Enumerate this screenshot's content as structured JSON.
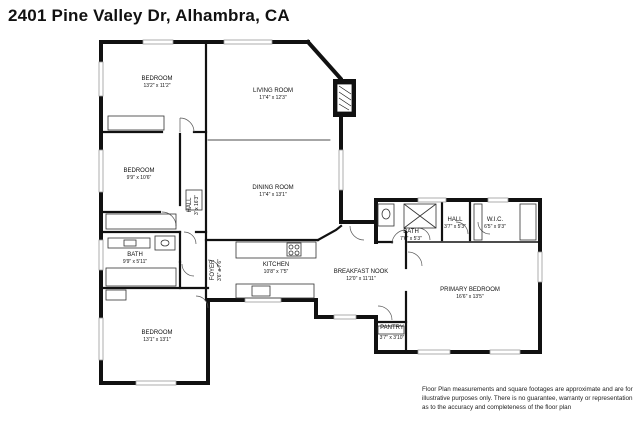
{
  "address": "2401 Pine Valley Dr, Alhambra, CA",
  "rooms": {
    "bedroom1": {
      "name": "BEDROOM",
      "dims": "13'2\" x 11'2\""
    },
    "living": {
      "name": "LIVING ROOM",
      "dims": "17'4\" x 12'3\""
    },
    "bedroom2": {
      "name": "BEDROOM",
      "dims": "9'9\" x 10'6\""
    },
    "dining": {
      "name": "DINING ROOM",
      "dims": "17'4\" x 13'1\""
    },
    "hall1": {
      "name": "HALL",
      "dims": "3' x 16'3\""
    },
    "bath1": {
      "name": "BATH",
      "dims": "9'9\" x 5'11\""
    },
    "foyer": {
      "name": "FOYER",
      "dims": "3'6\" x 7'6\""
    },
    "kitchen": {
      "name": "KITCHEN",
      "dims": "10'8\" x 7'5\""
    },
    "breakfast": {
      "name": "BREAKFAST NOOK",
      "dims": "12'0\" x 11'11\""
    },
    "bath2": {
      "name": "BATH",
      "dims": "7'6\" x 5'3\""
    },
    "hall2": {
      "name": "HALL",
      "dims": "3'7\" x 5'3\""
    },
    "wic": {
      "name": "W.I.C.",
      "dims": "6'5\" x 9'3\""
    },
    "primary": {
      "name": "PRIMARY BEDROOM",
      "dims": "16'6\" x 13'5\""
    },
    "pantry": {
      "name": "PANTRY",
      "dims": "3'7\" x 3'10\""
    },
    "bedroom3": {
      "name": "BEDROOM",
      "dims": "13'1\" x 13'1\""
    }
  },
  "disclaimer": [
    "Floor Plan measurements and square footages are approximate and are for",
    "illustrative purposes only. There is no guarantee, warranty or representation",
    "as to the accuracy and completeness of the floor plan"
  ]
}
